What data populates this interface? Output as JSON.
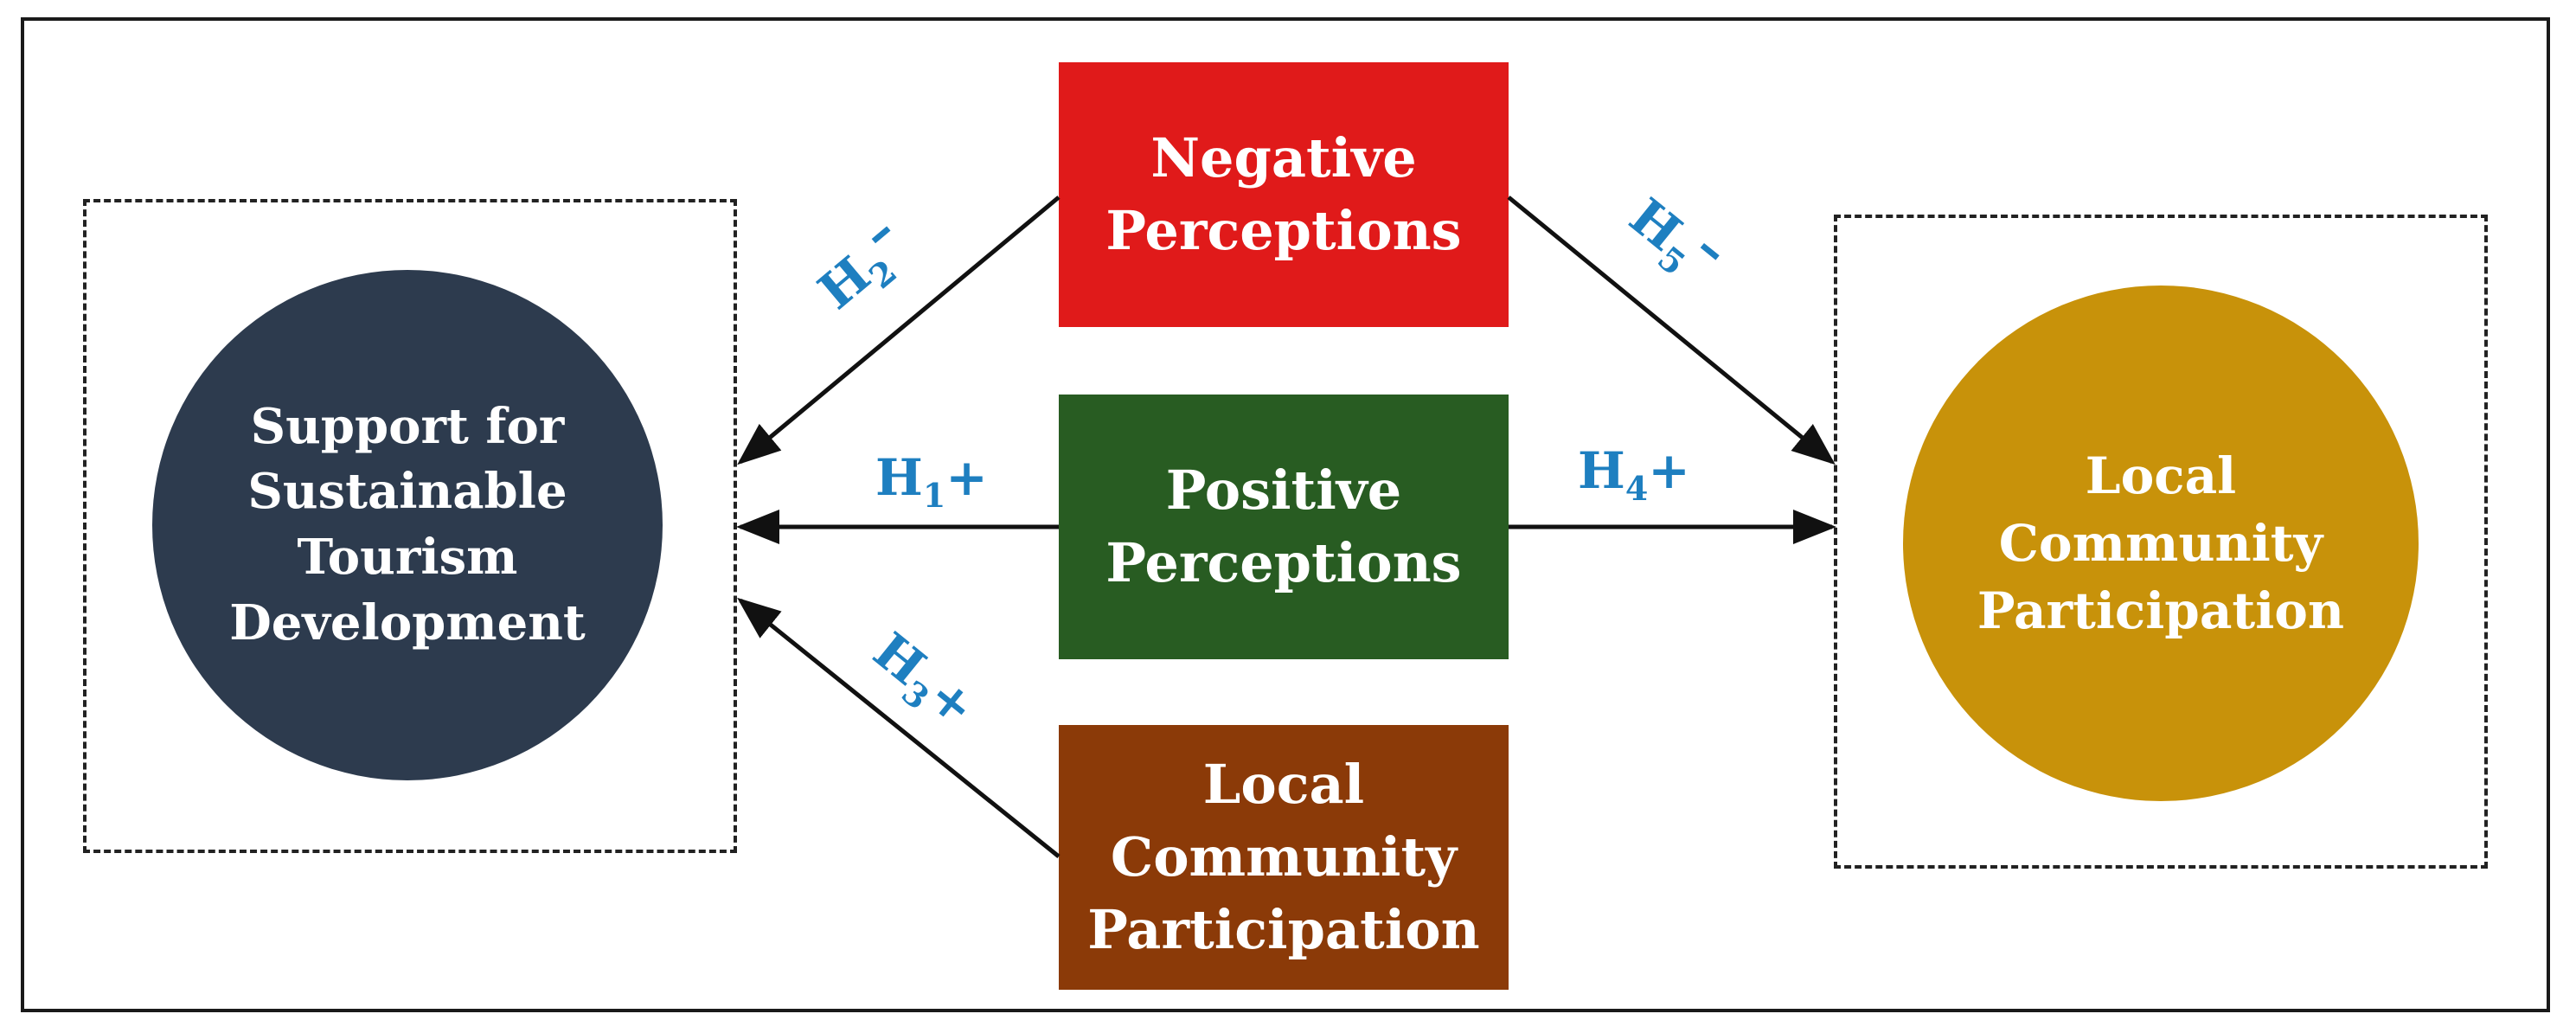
{
  "colors": {
    "negative": "#e01a1a",
    "positive": "#285c22",
    "participation": "#8b3a08",
    "support": "#2d3b4e",
    "community": "#c8920a",
    "hypothesis": "#1e7fc0"
  },
  "nodes": {
    "support": "Support for\nSustainable\nTourism\nDevelopment",
    "negative": "Negative\nPerceptions",
    "positive": "Positive\nPerceptions",
    "participation_box": "Local\nCommunity\nParticipation",
    "community": "Local\nCommunity\nParticipation"
  },
  "hypotheses": [
    {
      "id": "H2",
      "letter": "H",
      "index": "2",
      "sign": "–"
    },
    {
      "id": "H1",
      "letter": "H",
      "index": "1",
      "sign": "+"
    },
    {
      "id": "H3",
      "letter": "H",
      "index": "3",
      "sign": "+"
    },
    {
      "id": "H5",
      "letter": "H",
      "index": "5",
      "sign": "–"
    },
    {
      "id": "H4",
      "letter": "H",
      "index": "4",
      "sign": "+"
    }
  ]
}
